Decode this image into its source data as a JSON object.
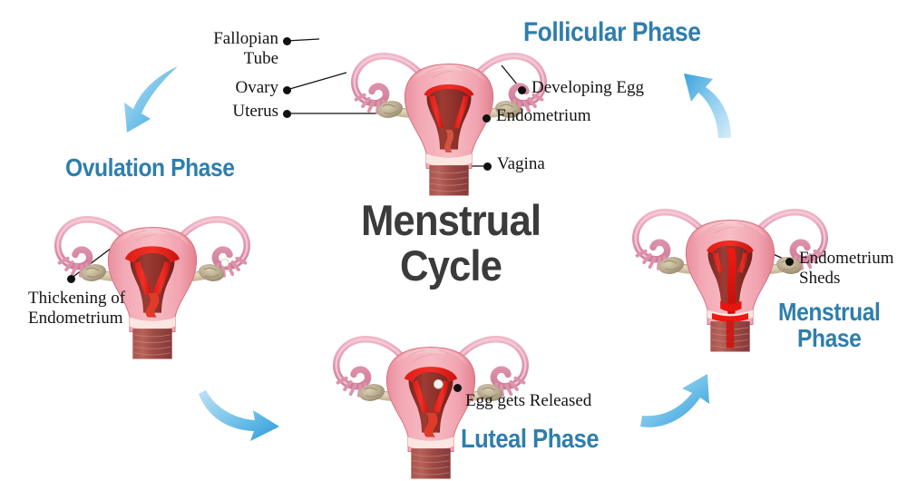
{
  "diagram": {
    "title_line1": "Menstrual",
    "title_line2": "Cycle",
    "title_color": "#3b3b3b",
    "accent_color": "#2f7eab",
    "arrow_color": "#4aa8dd",
    "background": "#ffffff"
  },
  "phases": [
    {
      "id": "follicular",
      "label": "Follicular Phase"
    },
    {
      "id": "ovulation",
      "label": "Ovulation Phase"
    },
    {
      "id": "luteal",
      "label": "Luteal Phase"
    },
    {
      "id": "menstrual",
      "label": "Menstrual\nPhase"
    }
  ],
  "labels": {
    "fallopian_tube": "Fallopian\n    Tube",
    "ovary": "Ovary",
    "uterus": "Uterus",
    "developing_egg": "Developing Egg",
    "endometrium": "Endometrium",
    "vagina": "Vagina",
    "thickening_of_endometrium": "Thickening of\nEndometrium",
    "egg_gets_released": "Egg gets Released",
    "endometrium_sheds": "Endometrium\nSheds"
  },
  "arrows": [
    {
      "id": "arrow-top-left",
      "direction": "down-left"
    },
    {
      "id": "arrow-top-right",
      "direction": "up-left"
    },
    {
      "id": "arrow-bottom-left",
      "direction": "right"
    },
    {
      "id": "arrow-bottom-right",
      "direction": "up-right"
    }
  ],
  "illustrations": [
    {
      "id": "uterus-follicular",
      "state": "normal endometrium"
    },
    {
      "id": "uterus-ovulation",
      "state": "thickened endometrium"
    },
    {
      "id": "uterus-luteal",
      "state": "egg released into cavity"
    },
    {
      "id": "uterus-menstrual",
      "state": "endometrium shedding with blood"
    }
  ]
}
